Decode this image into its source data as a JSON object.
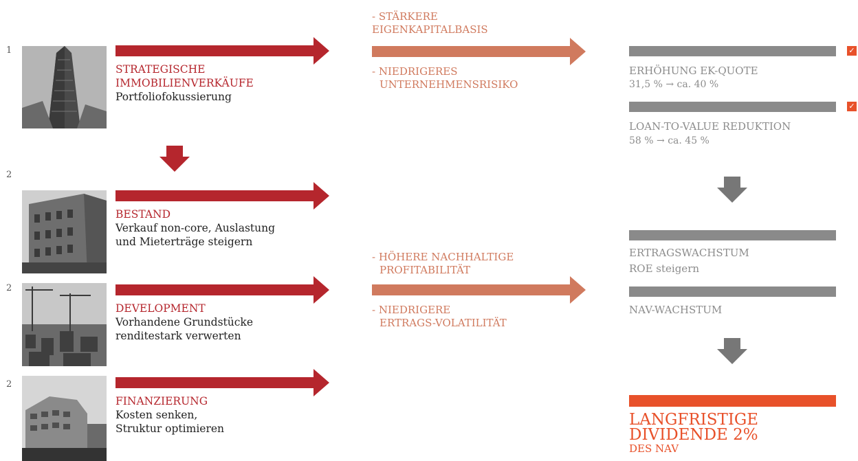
{
  "left": [
    {
      "num": "1",
      "title_lines": [
        "STRATEGISCHE",
        "IMMOBILIENVERKÄUFE"
      ],
      "sub_lines": [
        "Portfoliofokussierung"
      ],
      "photo_icon": "skyscraper-photo"
    },
    {
      "num": "2",
      "title_lines": [
        "BESTAND"
      ],
      "sub_lines": [
        "Verkauf non-core, Auslastung",
        "und Mieterträge steigern"
      ],
      "photo_icon": "classic-building-photo"
    },
    {
      "num": "2",
      "title_lines": [
        "DEVELOPMENT"
      ],
      "sub_lines": [
        "Vorhandene Grundstücke",
        "renditestark verwerten"
      ],
      "photo_icon": "construction-site-photo"
    },
    {
      "num": "2",
      "title_lines": [
        "FINANZIERUNG"
      ],
      "sub_lines": [
        "Kosten senken,",
        "Struktur optimieren"
      ],
      "photo_icon": "modern-building-photo"
    }
  ],
  "middle": {
    "top": {
      "line1": [
        "- STÄRKERE",
        "EIGENKAPITALBASIS"
      ],
      "line2": [
        "- NIEDRIGERES",
        "UNTERNEHMENSRISIKO"
      ]
    },
    "bottom": {
      "line1": [
        "- HÖHERE NACHHALTIGE",
        "PROFITABILITÄT"
      ],
      "line2": [
        "- NIEDRIGERE",
        "ERTRAGS-VOLATILITÄT"
      ]
    }
  },
  "right": {
    "ek": {
      "title": "ERHÖHUNG EK-QUOTE",
      "value": "31,5 % → ca. 40 %",
      "check": "✓"
    },
    "ltv": {
      "title": "LOAN-TO-VALUE REDUKTION",
      "value": "58 % → ca. 45 %",
      "check": "✓"
    },
    "growth": {
      "title": "ERTRAGSWACHSTUM",
      "value": "ROE steigern"
    },
    "nav": {
      "title": "NAV-WACHSTUM"
    },
    "final": {
      "line1": "LANGFRISTIGE",
      "line2": "DIVIDENDE 2%",
      "line3": "DES NAV"
    }
  },
  "colors": {
    "red": "#b5262d",
    "salmon": "#d07a5e",
    "grey": "#8a8a8a",
    "orange": "#e8512a"
  }
}
